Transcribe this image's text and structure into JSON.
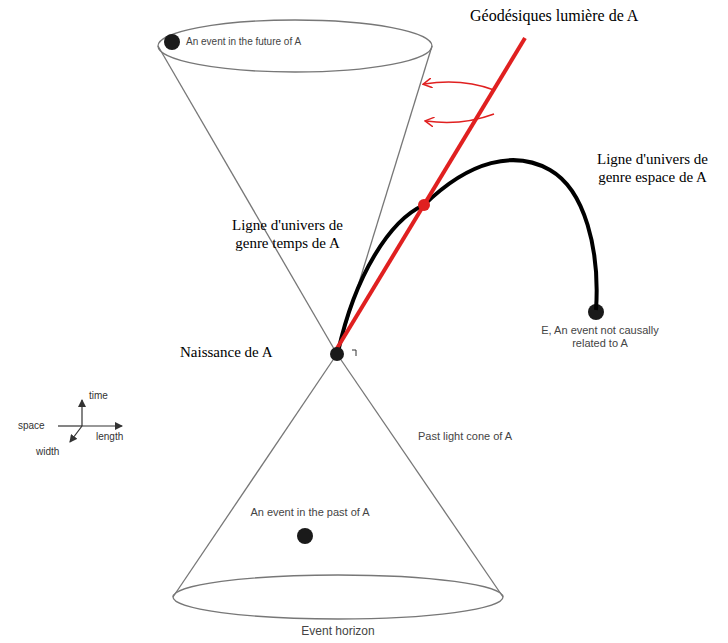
{
  "diagram": {
    "labels": [
      "Géodésiques lumière de A",
      "An event in the future of A",
      "Ligne d'univers de genre temps de A",
      "Ligne d'univers de genre espace de A",
      "time",
      "space",
      "length",
      "width",
      "Naissance de A",
      "E, An event not causally related to A",
      "Past light cone of A",
      "An event in the past of A",
      "Event horizon"
    ]
  }
}
